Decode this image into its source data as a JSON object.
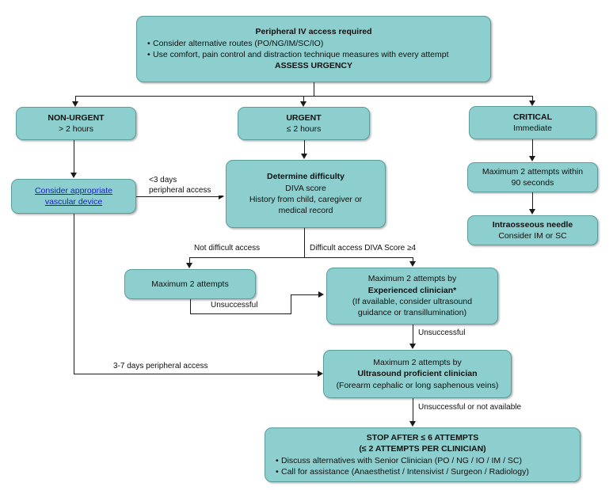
{
  "diagram": {
    "title": "Peripheral IV access pathway flowchart",
    "accent_color": "#8ccfce",
    "border_color": "#5a9d9c",
    "link_color": "#1a1ad0",
    "line_color": "#1a1a1a"
  },
  "nodes": {
    "start": {
      "heading": "Peripheral IV access required",
      "bullet1": "Consider alternative routes (PO/NG/IM/SC/IO)",
      "bullet2": "Use comfort, pain control and distraction technique measures with every attempt",
      "footer": "ASSESS URGENCY"
    },
    "non_urgent": {
      "heading": "NON-URGENT",
      "detail": "> 2 hours"
    },
    "urgent": {
      "heading": "URGENT",
      "detail": "≤ 2 hours"
    },
    "critical": {
      "heading": "CRITICAL",
      "detail": "Immediate"
    },
    "vascular_device": {
      "line1": "Consider appropriate",
      "line2": "vascular device"
    },
    "determine_difficulty": {
      "heading": "Determine difficulty",
      "line1": "DIVA score",
      "line2": "History from child, caregiver or",
      "line3": "medical record"
    },
    "critical_attempts": {
      "line1": "Maximum 2 attempts within",
      "line2": "90 seconds"
    },
    "intraosseous": {
      "heading": "Intraosseous needle",
      "detail": "Consider IM or SC"
    },
    "max_two_attempts": {
      "text": "Maximum 2 attempts"
    },
    "experienced_clinician": {
      "line1": "Maximum 2 attempts by",
      "heading": "Experienced clinician*",
      "line3": "(If available, consider ultrasound",
      "line4": "guidance or transillumination)"
    },
    "ultrasound_clinician": {
      "line1": "Maximum 2 attempts by",
      "heading": "Ultrasound proficient clinician",
      "line3": "(Forearm cephalic or long saphenous veins)"
    },
    "stop": {
      "heading1": "STOP AFTER ≤ 6 ATTEMPTS",
      "heading2": "(≤ 2 ATTEMPTS PER CLINICIAN)",
      "bullet1": "Discuss alternatives with Senior Clinician (PO / NG / IO / IM / SC)",
      "bullet2": "Call for assistance (Anaesthetist / Intensivist / Surgeon / Radiology)"
    }
  },
  "edge_labels": {
    "lt3_days_line1": "<3 days",
    "lt3_days_line2": "peripheral access",
    "not_difficult": "Not difficult access",
    "difficult_diva": "Difficult access DIVA Score ≥4",
    "unsuccessful_1": "Unsuccessful",
    "unsuccessful_2": "Unsuccessful",
    "three_to_seven_days": "3-7 days peripheral access",
    "unsuccessful_or_unavailable": "Unsuccessful or not available"
  }
}
